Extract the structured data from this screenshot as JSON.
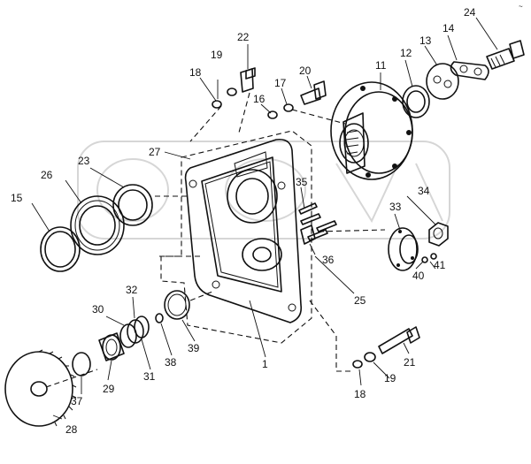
{
  "corner_mark": "~",
  "callouts": [
    {
      "id": "c1",
      "text": "1"
    },
    {
      "id": "c11",
      "text": "11"
    },
    {
      "id": "c12",
      "text": "12"
    },
    {
      "id": "c13",
      "text": "13"
    },
    {
      "id": "c14",
      "text": "14"
    },
    {
      "id": "c15",
      "text": "15"
    },
    {
      "id": "c16",
      "text": "16"
    },
    {
      "id": "c17",
      "text": "17"
    },
    {
      "id": "c18a",
      "text": "18"
    },
    {
      "id": "c18b",
      "text": "18"
    },
    {
      "id": "c19a",
      "text": "19"
    },
    {
      "id": "c19b",
      "text": "19"
    },
    {
      "id": "c20",
      "text": "20"
    },
    {
      "id": "c21",
      "text": "21"
    },
    {
      "id": "c22",
      "text": "22"
    },
    {
      "id": "c23",
      "text": "23"
    },
    {
      "id": "c24",
      "text": "24"
    },
    {
      "id": "c25",
      "text": "25"
    },
    {
      "id": "c26",
      "text": "26"
    },
    {
      "id": "c27",
      "text": "27"
    },
    {
      "id": "c28",
      "text": "28"
    },
    {
      "id": "c29",
      "text": "29"
    },
    {
      "id": "c30",
      "text": "30"
    },
    {
      "id": "c31",
      "text": "31"
    },
    {
      "id": "c32",
      "text": "32"
    },
    {
      "id": "c33",
      "text": "33"
    },
    {
      "id": "c34",
      "text": "34"
    },
    {
      "id": "c35",
      "text": "35"
    },
    {
      "id": "c36",
      "text": "36"
    },
    {
      "id": "c37",
      "text": "37"
    },
    {
      "id": "c38",
      "text": "38"
    },
    {
      "id": "c39",
      "text": "39"
    },
    {
      "id": "c40",
      "text": "40"
    },
    {
      "id": "c41",
      "text": "41"
    }
  ]
}
